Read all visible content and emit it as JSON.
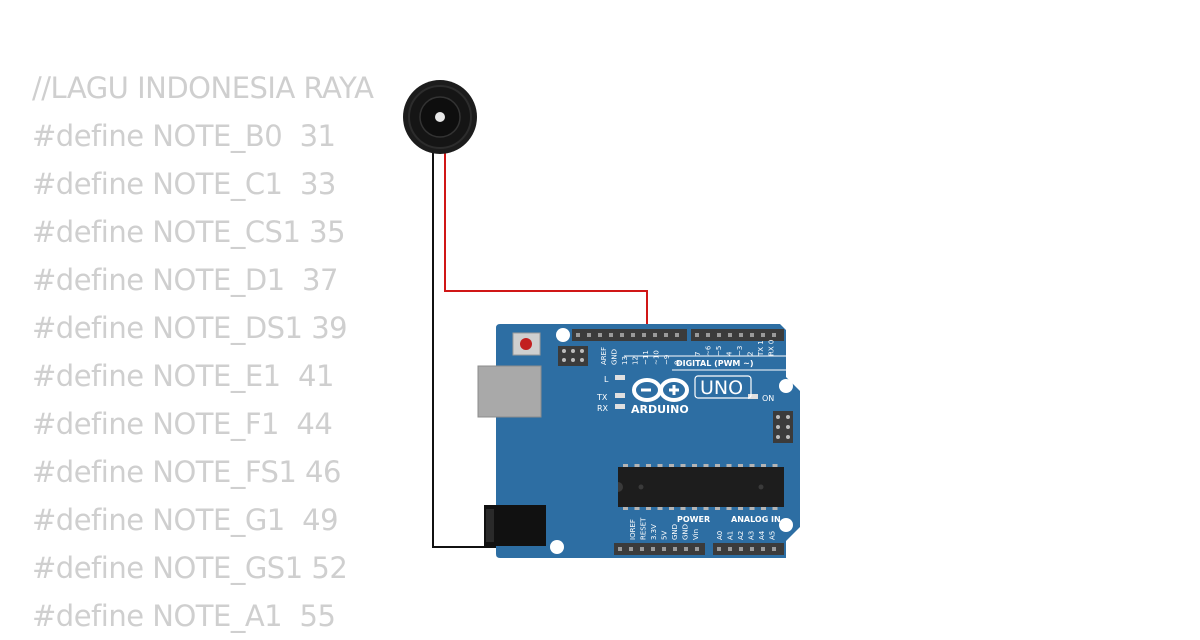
{
  "code_lines": [
    "//LAGU INDONESIA RAYA",
    "#define NOTE_B0  31",
    "#define NOTE_C1  33",
    "#define NOTE_CS1 35",
    "#define NOTE_D1  37",
    "#define NOTE_DS1 39",
    "#define NOTE_E1  41",
    "#define NOTE_F1  44",
    "#define NOTE_FS1 46",
    "#define NOTE_G1  49",
    "#define NOTE_GS1 52",
    "#define NOTE_A1  55"
  ],
  "board": {
    "brand": "ARDUINO",
    "model": "UNO",
    "digital_label": "DIGITAL (PWM ~)",
    "power_label": "POWER",
    "analog_label": "ANALOG IN",
    "on_label": "ON",
    "led_labels": [
      "L",
      "TX",
      "RX"
    ],
    "digital_pins_left": [
      "AREF",
      "GND",
      "13",
      "12",
      "~11",
      "~10",
      "~9",
      "8"
    ],
    "digital_pins_right": [
      "7",
      "~6",
      "~5",
      "4",
      "~3",
      "2",
      "TX 1",
      "RX 0"
    ],
    "power_pins": [
      "IOREF",
      "RESET",
      "3.3V",
      "5V",
      "GND",
      "GND",
      "Vin"
    ],
    "analog_pins": [
      "A0",
      "A1",
      "A2",
      "A3",
      "A4",
      "A5"
    ],
    "board_color": "#2d6ea3",
    "header_color": "#3b3b3b"
  },
  "wires": {
    "signal_color": "#d01717",
    "ground_color": "#111111"
  }
}
